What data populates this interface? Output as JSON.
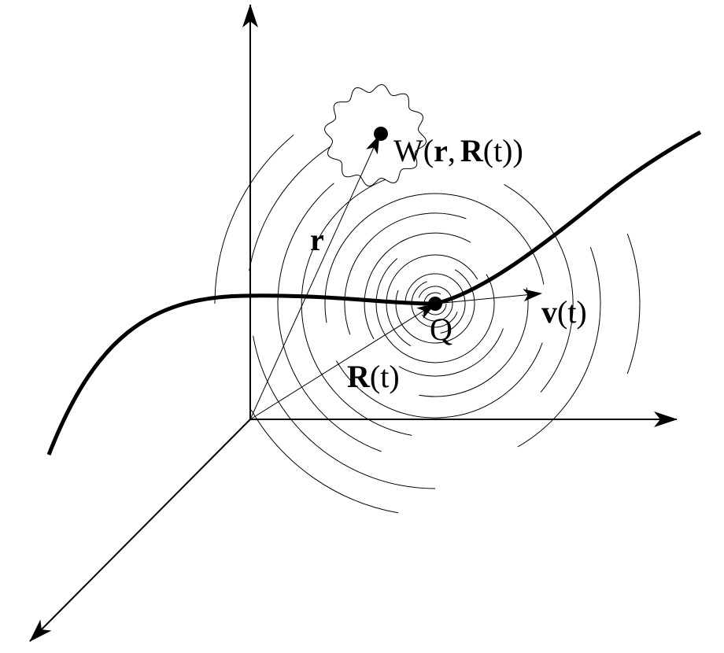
{
  "labels": {
    "field_point": {
      "letter": "W",
      "open": "(",
      "r": "r",
      "comma": ",",
      "R": "R",
      "t": "(t))"
    },
    "r_vector": {
      "letter": "r"
    },
    "R_vector": {
      "letter": "R",
      "suffix": "(t)"
    },
    "charge": {
      "letter": "Q"
    },
    "velocity": {
      "letter": "v",
      "suffix": "(t)"
    }
  },
  "colors": {
    "ink": "#000000",
    "background": "#ffffff"
  }
}
